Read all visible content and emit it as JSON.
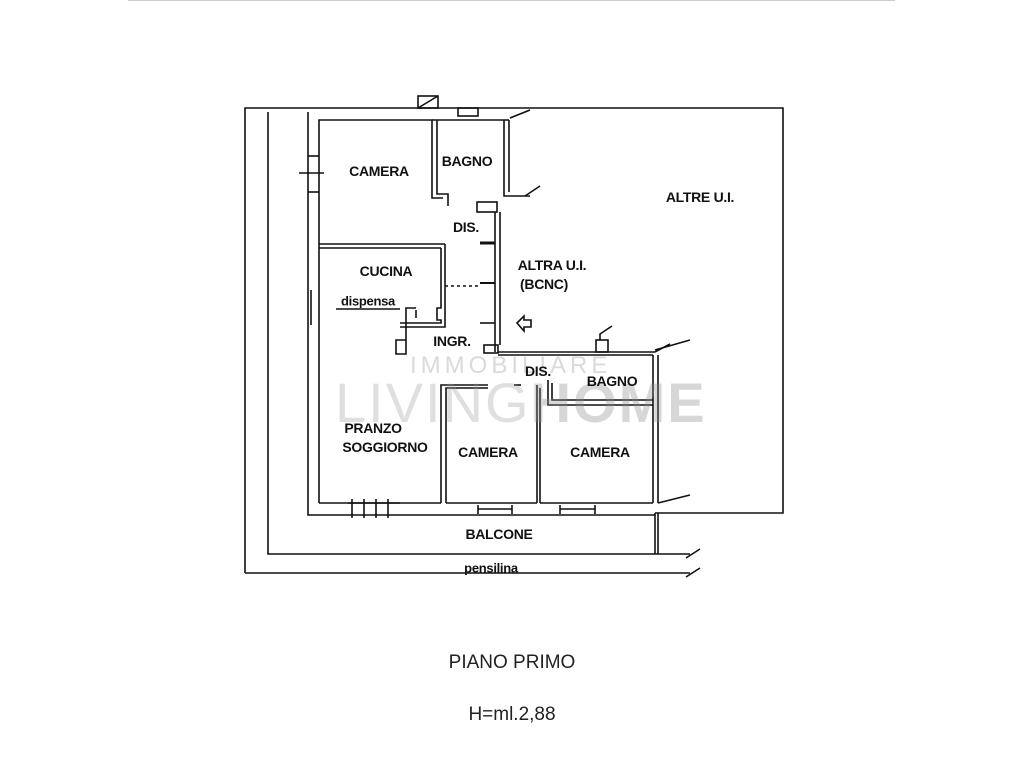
{
  "rooms": {
    "camera_1": "CAMERA",
    "bagno_1": "BAGNO",
    "dis_1": "DIS.",
    "altre_ui": "ALTRE U.I.",
    "cucina": "CUCINA",
    "altra_ui": "ALTRA U.I.",
    "bcnc": "(BCNC)",
    "dispensa": "dispensa",
    "ingr": "INGR.",
    "dis_2": "DIS.",
    "bagno_2": "BAGNO",
    "pranzo": "PRANZO",
    "soggiorno": "SOGGIORNO",
    "camera_2": "CAMERA",
    "camera_3": "CAMERA",
    "balcone": "BALCONE",
    "pensilina": "pensilina"
  },
  "footer": {
    "floor": "PIANO PRIMO",
    "height": "H=ml.2,88"
  },
  "watermark": {
    "top": "IMMOBILIARE",
    "left": "LIVING",
    "right": "HOME"
  }
}
